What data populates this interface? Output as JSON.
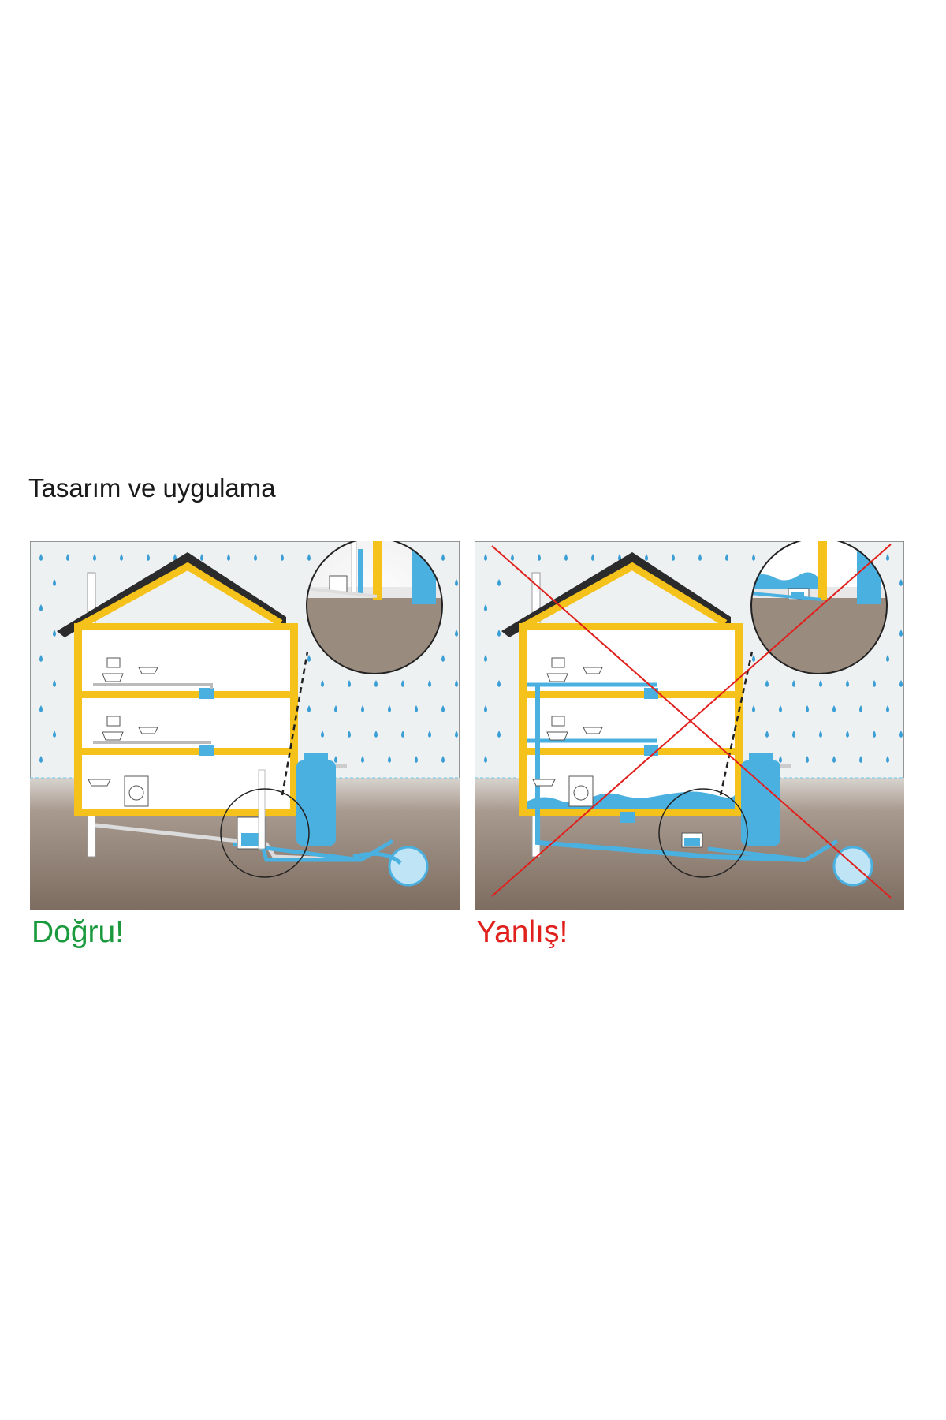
{
  "title": "Tasarım ve uygulama",
  "panels": [
    {
      "id": "correct",
      "label": "Doğru!",
      "label_color": "#1a9a3c",
      "flooded": false,
      "crossed_out": false
    },
    {
      "id": "wrong",
      "label": "Yanlış!",
      "label_color": "#e0201c",
      "flooded": true,
      "crossed_out": true
    }
  ],
  "colors": {
    "wall": "#f5c21b",
    "roof": "#2b2b2b",
    "water": "#4ab0e0",
    "ground": "#8c7b6e",
    "sky": "#eef1f2",
    "raindrop": "#3b9fd6",
    "cross": "#e0201c"
  }
}
